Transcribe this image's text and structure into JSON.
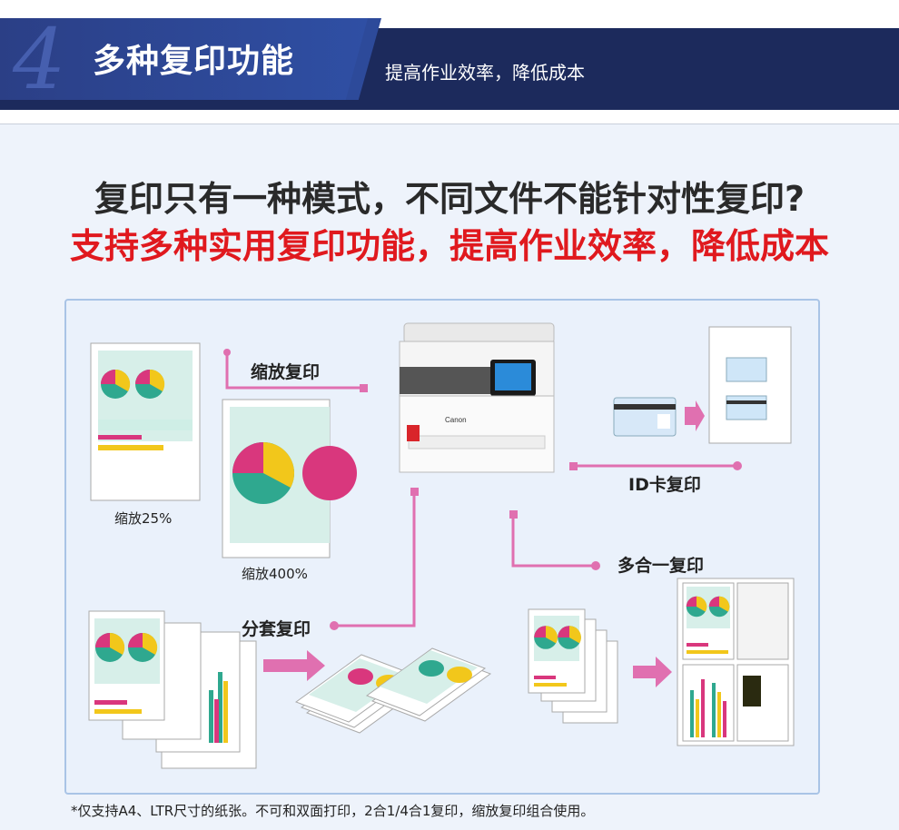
{
  "header": {
    "number": "4",
    "title": "多种复印功能",
    "subtitle": "提高作业效率，降低成本"
  },
  "question": "复印只有一种模式，不同文件不能针对性复印?",
  "answer": "支持多种实用复印功能，提高作业效率，降低成本",
  "features": {
    "zoom": "缩放复印",
    "zoom25": "缩放25%",
    "zoom400": "缩放400%",
    "idcard": "ID卡复印",
    "nup": "多合一复印",
    "sort": "分套复印"
  },
  "printer_brand": "Canon",
  "footnote": "*仅支持A4、LTR尺寸的纸张。不可和双面打印，2合1/4合1复印，缩放复印组合使用。",
  "colors": {
    "navy": "#1c2a5c",
    "accent_red": "#e0191e",
    "pink": "#e070b0",
    "pie_magenta": "#d9377d",
    "pie_yellow": "#f2c71b",
    "pie_teal": "#2fa88f"
  }
}
